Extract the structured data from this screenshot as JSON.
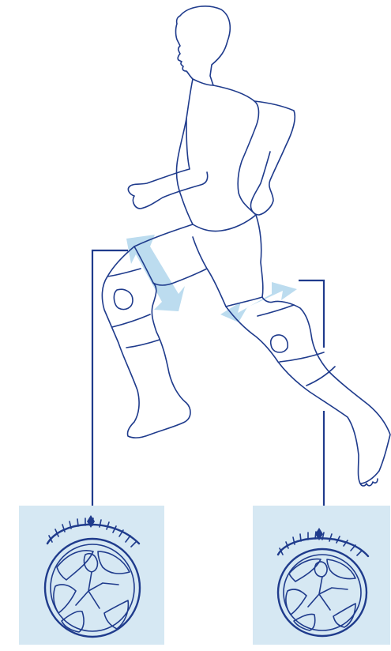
{
  "figure": {
    "colors": {
      "line": "#1f3b8c",
      "panel_fill": "#d6e8f3",
      "arrow_fill": "#bcdcef",
      "background": "#ffffff"
    },
    "icons": [
      "runner-figure",
      "compression-arrow",
      "cross-section-left-thigh",
      "cross-section-right-calf"
    ]
  }
}
